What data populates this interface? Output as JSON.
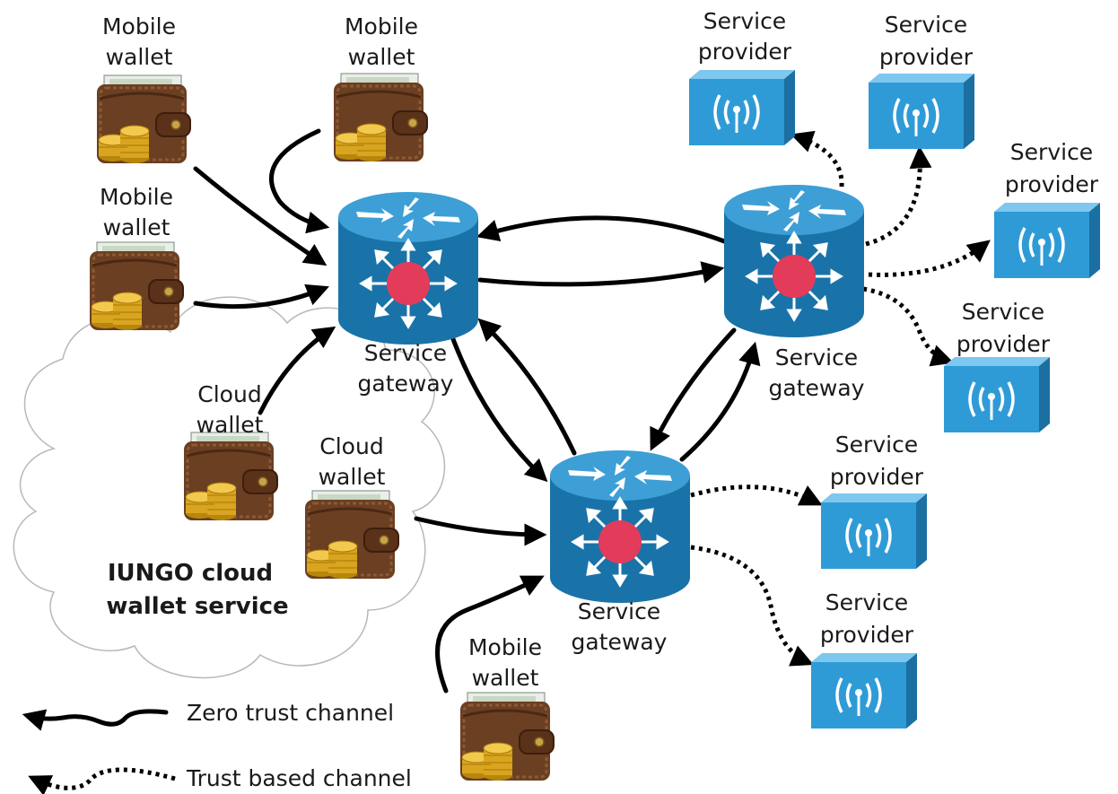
{
  "labels": {
    "mobile_wallet": [
      "Mobile",
      "wallet"
    ],
    "cloud_wallet": [
      "Cloud",
      "wallet"
    ],
    "service_gateway": [
      "Service",
      "gateway"
    ],
    "service_provider": [
      "Service",
      "provider"
    ],
    "cloud_service": [
      "IUNGO cloud",
      "wallet service"
    ]
  },
  "legend": {
    "zero_trust": "Zero trust channel",
    "trust_based": "Trust based channel"
  },
  "colors": {
    "gateway_blue": "#1a73a8",
    "gateway_top": "#3d9fd6",
    "gateway_hub": "#e23c5a",
    "provider_blue": "#2f9bd6",
    "wallet_brown": "#6b3f22",
    "coin_gold": "#d9a520",
    "line": "#000000"
  },
  "icons": {
    "gateway": "router-switch-icon",
    "provider": "wireless-access-point-icon",
    "wallet": "wallet-with-coins-icon"
  }
}
